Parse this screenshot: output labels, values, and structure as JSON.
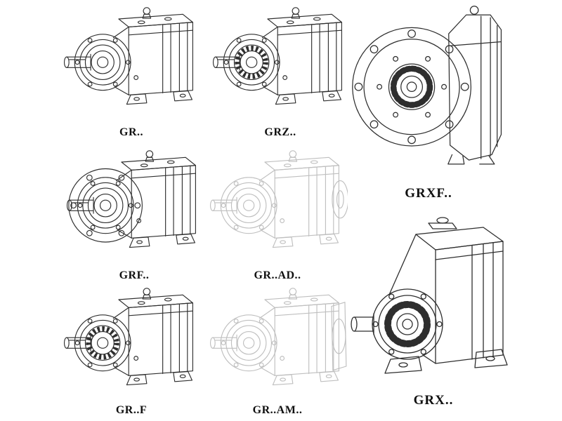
{
  "page": {
    "background_color": "#ffffff",
    "line_color_dark": "#2e2e2e",
    "line_color_light": "#bfbfbf",
    "label_color": "#101010"
  },
  "catalog": {
    "items": [
      {
        "id": "gr",
        "label": "GR.."
      },
      {
        "id": "grz",
        "label": "GRZ.."
      },
      {
        "id": "grxf",
        "label": "GRXF.."
      },
      {
        "id": "grf",
        "label": "GRF.."
      },
      {
        "id": "gr-ad",
        "label": "GR..AD.."
      },
      {
        "id": "gr-f",
        "label": "GR..F"
      },
      {
        "id": "gr-am",
        "label": "GR..AM.."
      },
      {
        "id": "grx",
        "label": "GRX.."
      }
    ]
  }
}
